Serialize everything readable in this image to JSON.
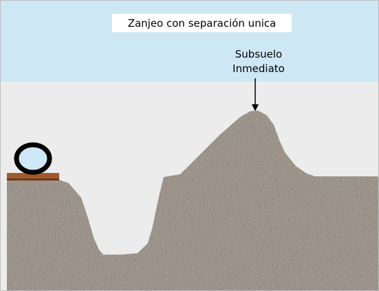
{
  "title": "Zanjeo con separación unica",
  "callout": {
    "line1": "Subsuelo",
    "line2": "Inmediato"
  },
  "colors": {
    "sky": "#cde8f4",
    "ground_band": "#ececec",
    "soil": "#8d8379",
    "pipe_fill": "#cfe8f7",
    "pipe_ring": "#000000",
    "wood": "#a15a2c"
  },
  "icons": {
    "pipe": "pipe-icon",
    "arrow": "arrow-down-icon"
  }
}
